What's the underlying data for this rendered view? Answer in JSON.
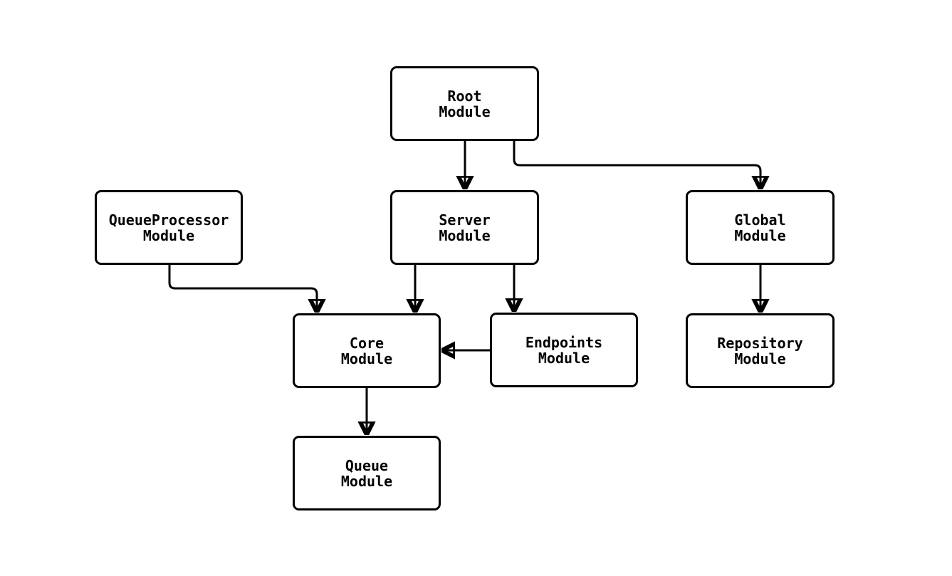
{
  "diagram": {
    "type": "module-dependency-graph",
    "background_color": "#ffffff",
    "line_color": "#000000",
    "node_fill_color": "#ffffff",
    "text_color": "#000000",
    "nodes": [
      {
        "id": "root",
        "label": "Root\nModule"
      },
      {
        "id": "queueprocessor",
        "label": "QueueProcessor\nModule"
      },
      {
        "id": "server",
        "label": "Server\nModule"
      },
      {
        "id": "global",
        "label": "Global\nModule"
      },
      {
        "id": "core",
        "label": "Core\nModule"
      },
      {
        "id": "endpoints",
        "label": "Endpoints\nModule"
      },
      {
        "id": "repository",
        "label": "Repository\nModule"
      },
      {
        "id": "queue",
        "label": "Queue\nModule"
      }
    ],
    "edges": [
      {
        "from": "root",
        "to": "server"
      },
      {
        "from": "root",
        "to": "global"
      },
      {
        "from": "queueprocessor",
        "to": "core"
      },
      {
        "from": "server",
        "to": "core"
      },
      {
        "from": "server",
        "to": "endpoints"
      },
      {
        "from": "endpoints",
        "to": "core"
      },
      {
        "from": "global",
        "to": "repository"
      },
      {
        "from": "core",
        "to": "queue"
      }
    ]
  }
}
